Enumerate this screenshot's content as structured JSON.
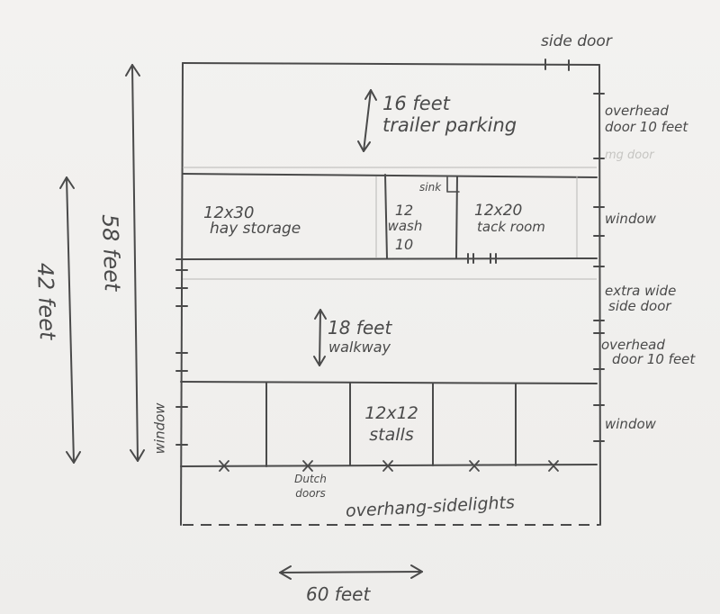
{
  "dimensions": {
    "width_58": "58 feet",
    "width_42": "42 feet",
    "length_60": "60 feet"
  },
  "rooms": {
    "trailer": {
      "size": "16 feet",
      "name": "trailer parking"
    },
    "hay": {
      "size": "12x30",
      "name": "hay storage"
    },
    "wash": {
      "l1": "12",
      "l2": "wash",
      "l3": "10"
    },
    "sink": "sink",
    "tack": {
      "size": "12x20",
      "name": "tack room"
    },
    "walkway": {
      "size": "18 feet",
      "name": "walkway"
    },
    "stalls": {
      "size": "12x12",
      "name": "stalls"
    },
    "dutch_doors": {
      "l1": "Dutch",
      "l2": "doors"
    },
    "overhang": "overhang-sidelights"
  },
  "doors_windows": {
    "side_door": "side door",
    "overhead_top": {
      "l1": "overhead",
      "l2": "door  10 feet"
    },
    "faded": "mg door",
    "window_right_1": "window",
    "extra_wide": {
      "l1": "extra wide",
      "l2": "side door"
    },
    "overhead_bottom": {
      "l1": "overhead",
      "l2": "door    10 feet"
    },
    "window_right_2": "window",
    "window_left": "window"
  }
}
